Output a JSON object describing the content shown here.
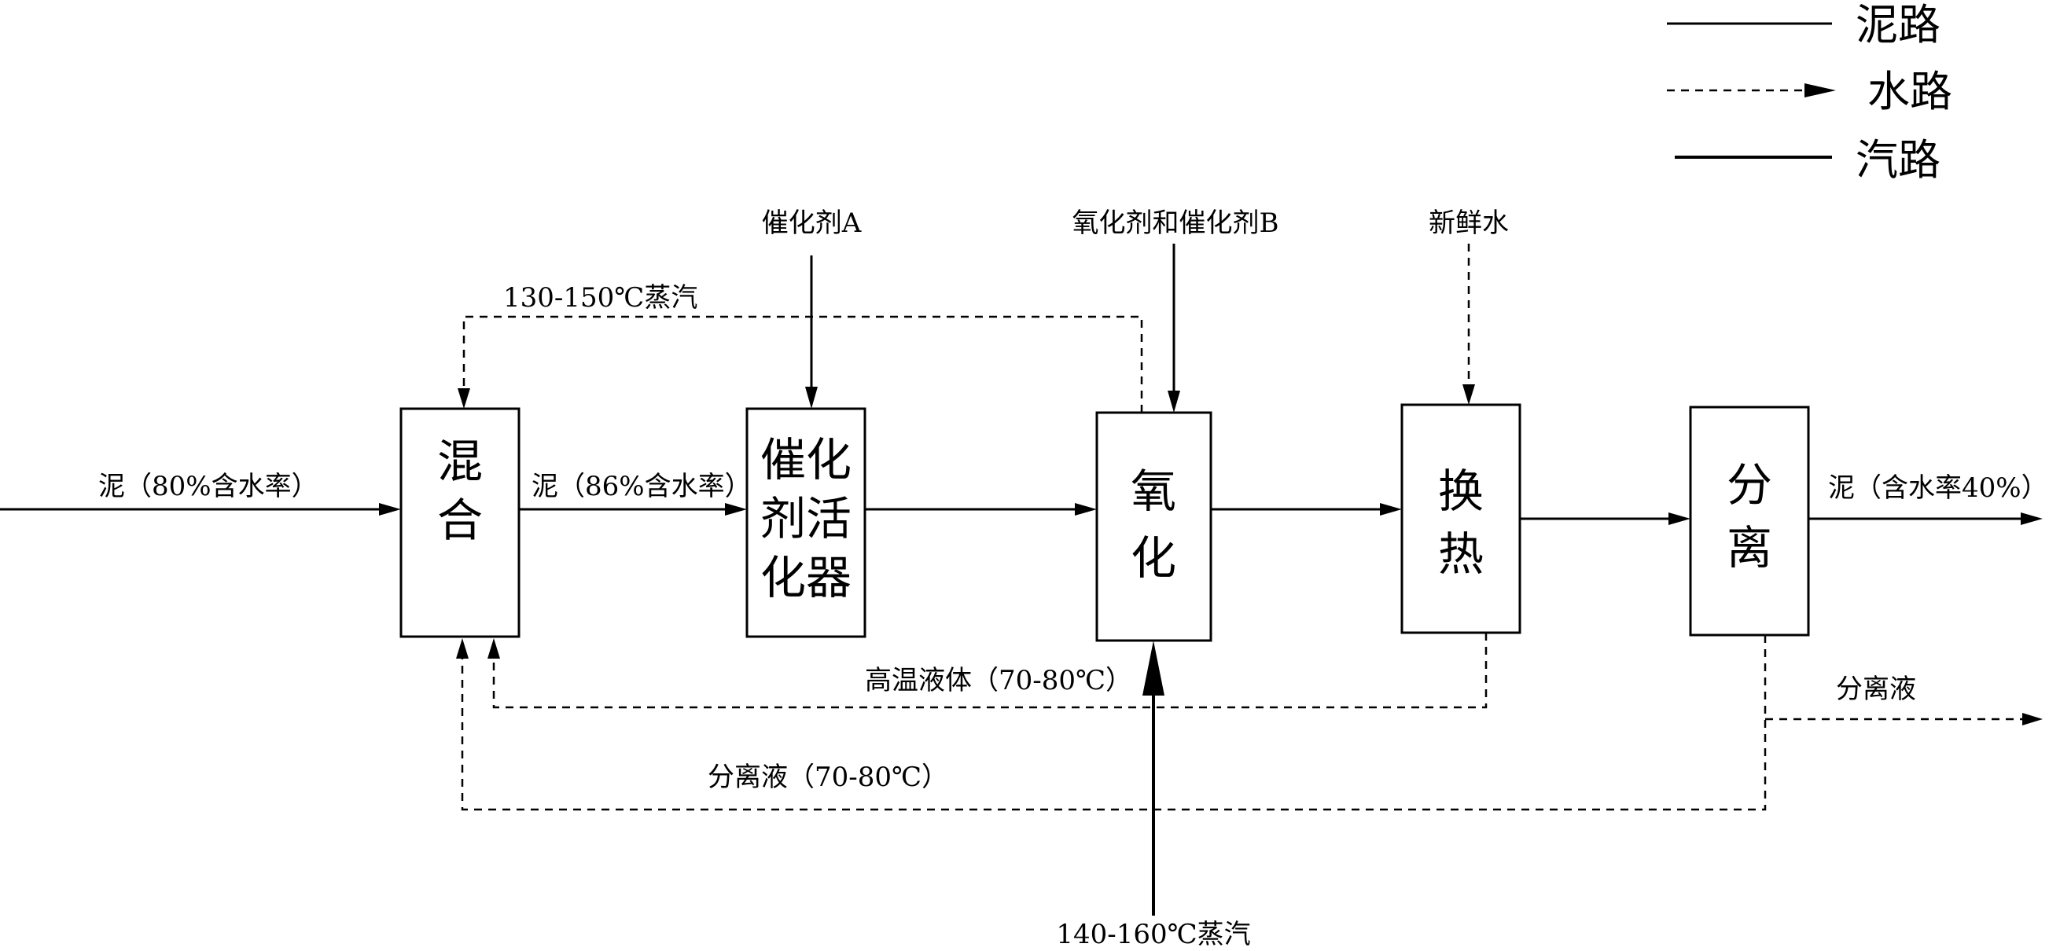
{
  "legend": {
    "sludge": "泥路",
    "water": "水路",
    "steam": "汽路"
  },
  "units": {
    "mix": [
      "混",
      "合"
    ],
    "activator": [
      "催化",
      "剂活",
      "化器"
    ],
    "oxidation": [
      "氧",
      "化"
    ],
    "exchange": [
      "换",
      "热"
    ],
    "separation": [
      "分",
      "离"
    ]
  },
  "labels": {
    "sludge_in": "泥（80%含水率）",
    "sludge_mid": "泥（86%含水率）",
    "sludge_out": "泥（含水率40%）",
    "catalyst_a": "催化剂A",
    "oxidant_catalyst_b": "氧化剂和催化剂B",
    "fresh_water": "新鲜水",
    "steam_return": "130-150℃蒸汽",
    "hot_liquid": "高温液体（70-80℃）",
    "sep_liquid_return": "分离液（70-80℃）",
    "sep_liquid_out": "分离液",
    "steam_in": "140-160℃蒸汽"
  }
}
